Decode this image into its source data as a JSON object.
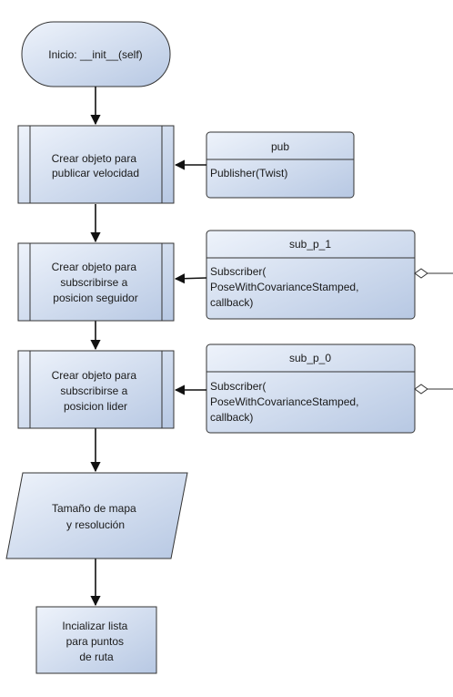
{
  "colors": {
    "fill_light": "#eef3fb",
    "fill_dark": "#b7c8e3",
    "stroke": "#333333",
    "arrow": "#111111"
  },
  "start": {
    "label": "Inicio: __init__(self)"
  },
  "steps": [
    {
      "lines": [
        "Crear objeto para",
        "publicar velocidad"
      ]
    },
    {
      "lines": [
        "Crear objeto para",
        "subscribirse a",
        "posicion seguidor"
      ]
    },
    {
      "lines": [
        "Crear objeto para",
        "subscribirse a",
        "posicion lider"
      ]
    }
  ],
  "io": {
    "lines": [
      "Tamaño de mapa",
      "y resolución"
    ]
  },
  "process": {
    "lines": [
      "Incializar lista",
      "para puntos",
      "de ruta"
    ]
  },
  "objects": [
    {
      "name": "pub",
      "body": [
        "Publisher(Twist)"
      ]
    },
    {
      "name": "sub_p_1",
      "body": [
        "Subscriber(",
        "PoseWithCovarianceStamped,",
        "callback)"
      ]
    },
    {
      "name": "sub_p_0",
      "body": [
        "Subscriber(",
        "PoseWithCovarianceStamped,",
        "callback)"
      ]
    }
  ]
}
